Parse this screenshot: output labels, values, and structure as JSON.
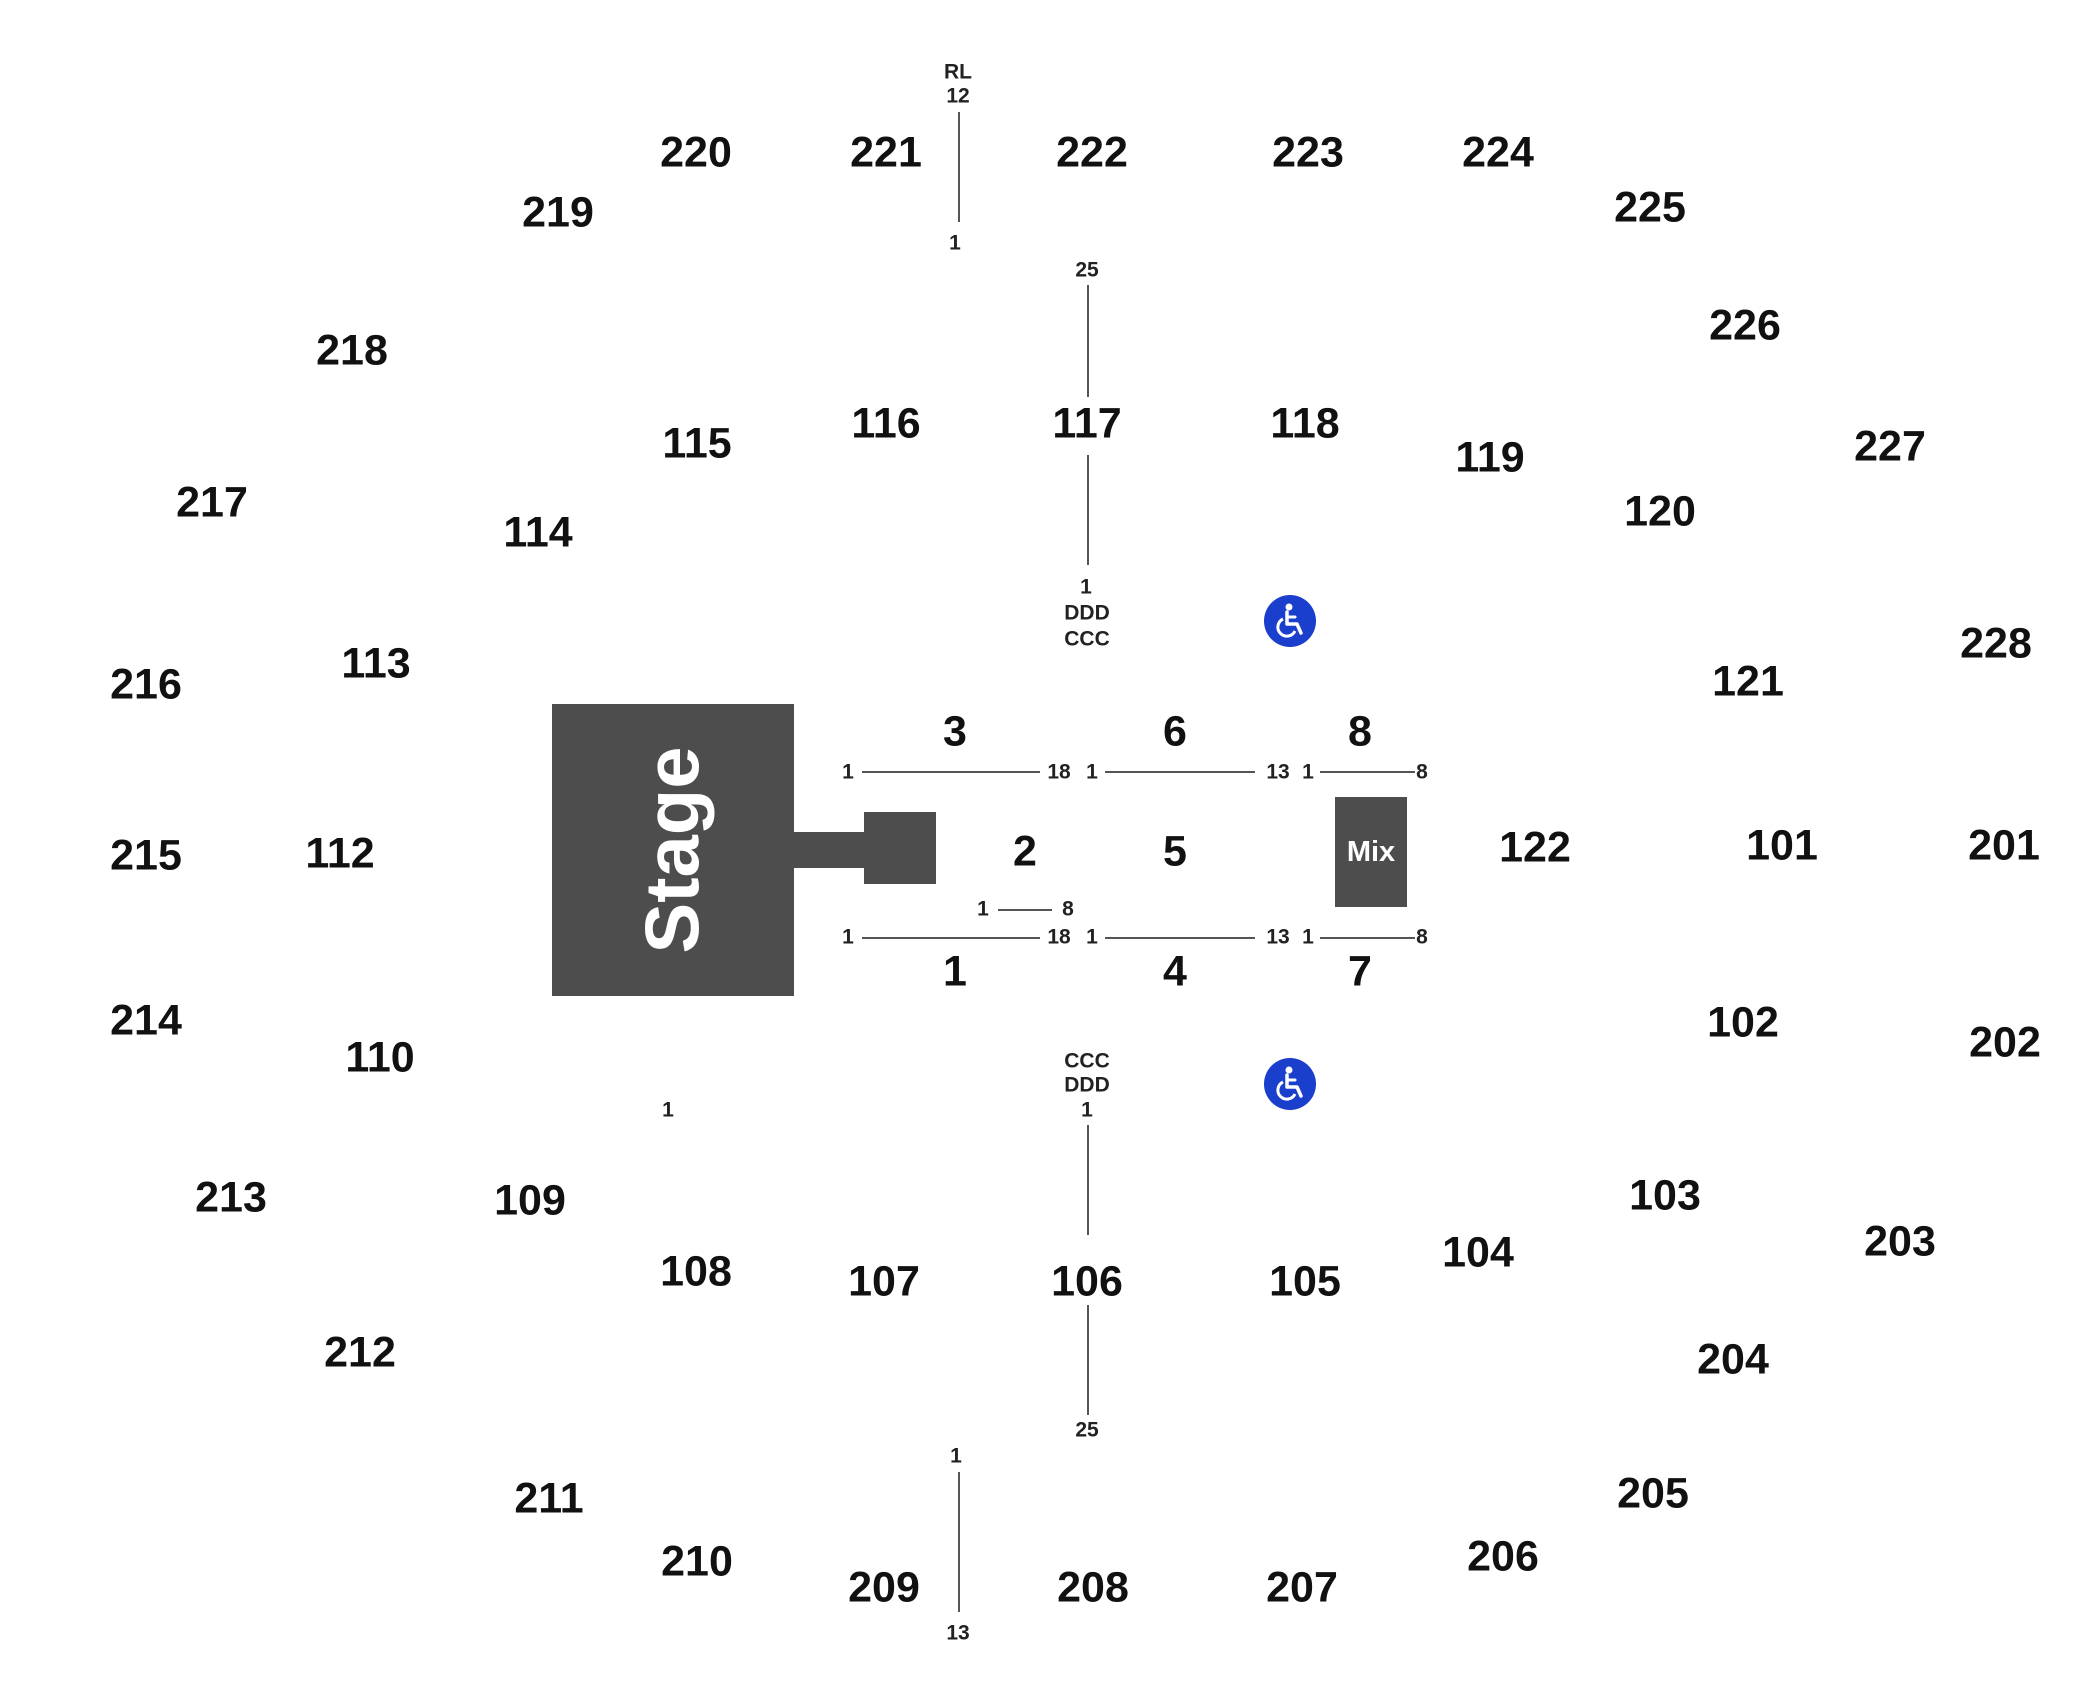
{
  "colors": {
    "stage": "#4d4d4d",
    "accessible": "#1a3fcc",
    "text": "#111111"
  },
  "stage": {
    "label": "Stage"
  },
  "mix": {
    "label": "Mix"
  },
  "sections": {
    "s101": "101",
    "s102": "102",
    "s103": "103",
    "s104": "104",
    "s105": "105",
    "s106": "106",
    "s107": "107",
    "s108": "108",
    "s109": "109",
    "s110": "110",
    "s112": "112",
    "s113": "113",
    "s114": "114",
    "s115": "115",
    "s116": "116",
    "s117": "117",
    "s118": "118",
    "s119": "119",
    "s120": "120",
    "s121": "121",
    "s122": "122",
    "s201": "201",
    "s202": "202",
    "s203": "203",
    "s204": "204",
    "s205": "205",
    "s206": "206",
    "s207": "207",
    "s208": "208",
    "s209": "209",
    "s210": "210",
    "s211": "211",
    "s212": "212",
    "s213": "213",
    "s214": "214",
    "s215": "215",
    "s216": "216",
    "s217": "217",
    "s218": "218",
    "s219": "219",
    "s220": "220",
    "s221": "221",
    "s222": "222",
    "s223": "223",
    "s224": "224",
    "s225": "225",
    "s226": "226",
    "s227": "227",
    "s228": "228"
  },
  "floor": {
    "f1": "1",
    "f2": "2",
    "f3": "3",
    "f4": "4",
    "f5": "5",
    "f6": "6",
    "f7": "7",
    "f8": "8"
  },
  "rows": {
    "rl": "RL",
    "n12": "12",
    "n1": "1",
    "n25": "25",
    "n18": "18",
    "n13": "13",
    "n8": "8",
    "ddd": "DDD",
    "ccc": "CCC"
  },
  "icons": {
    "accessible": "wheelchair-icon"
  }
}
